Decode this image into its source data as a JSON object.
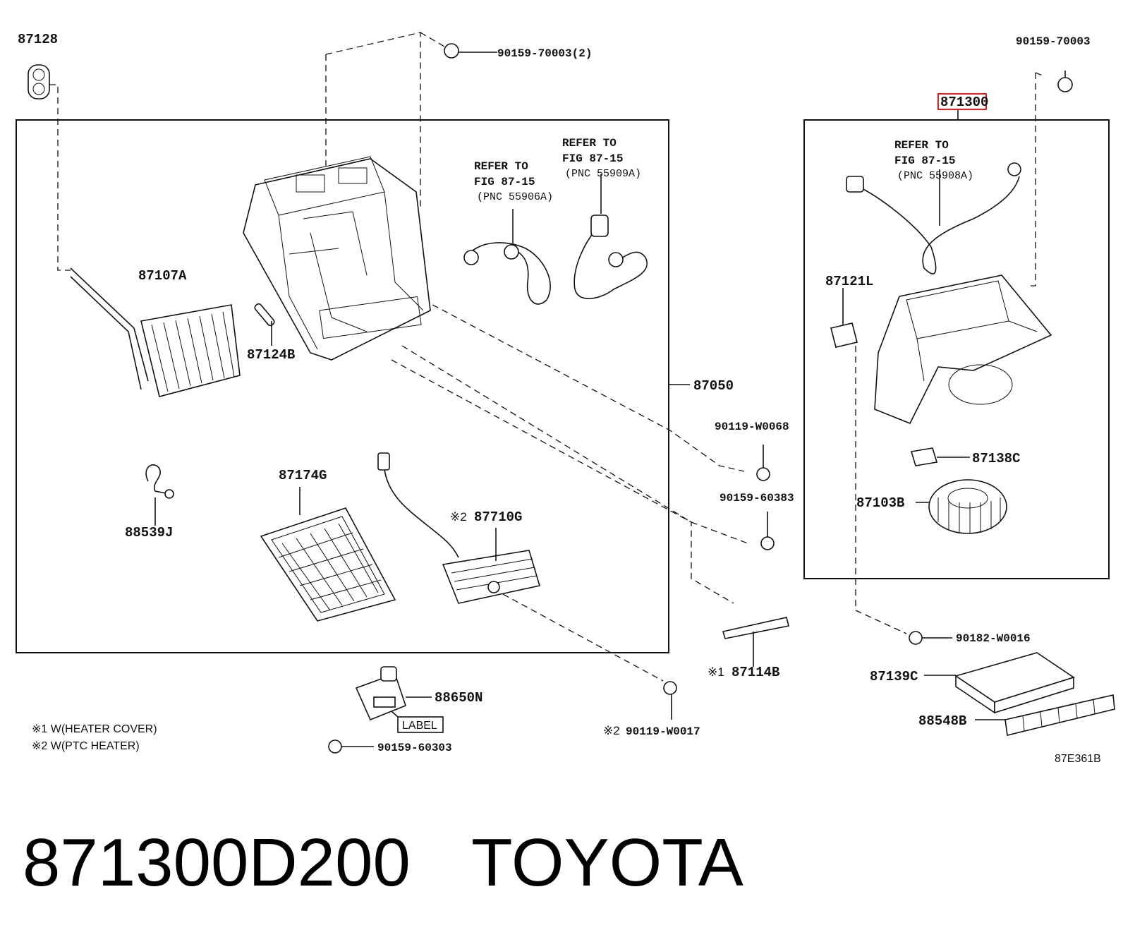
{
  "diagram": {
    "code": "87E361B",
    "refer_blocks": [
      {
        "line1": "REFER TO",
        "line2": "FIG 87-15",
        "line3": "(PNC 55906A)"
      },
      {
        "line1": "REFER TO",
        "line2": "FIG 87-15",
        "line3": "(PNC 55909A)"
      },
      {
        "line1": "REFER TO",
        "line2": "FIG 87-15",
        "line3": "(PNC 55908A)"
      }
    ],
    "part_labels": {
      "p87128": "87128",
      "p90159_70003_2": "90159-70003(2)",
      "p90159_70003": "90159-70003",
      "p871300": "871300",
      "p87107A": "87107A",
      "p87124B": "87124B",
      "p87050": "87050",
      "p90119_W0068": "90119-W0068",
      "p90159_60383": "90159-60383",
      "p88539J": "88539J",
      "p87174G": "87174G",
      "p87710G": "87710G",
      "p87121L": "87121L",
      "p87138C": "87138C",
      "p87103B": "87103B",
      "p87114B": "87114B",
      "p90182_W0016": "90182-W0016",
      "p87139C": "87139C",
      "p88548B": "88548B",
      "p88650N": "88650N",
      "p90159_60303": "90159-60303",
      "p90119_W0017": "90119-W0017",
      "label_tag": "LABEL"
    },
    "marks": {
      "m1": "※1",
      "m2": "※2"
    },
    "notes": [
      "※1 W(HEATER COVER)",
      "※2 W(PTC HEATER)"
    ]
  },
  "footer": {
    "part_number": "871300D200",
    "brand": "TOYOTA"
  },
  "colors": {
    "line": "#111111",
    "highlight": "#e02020",
    "background": "#ffffff"
  }
}
